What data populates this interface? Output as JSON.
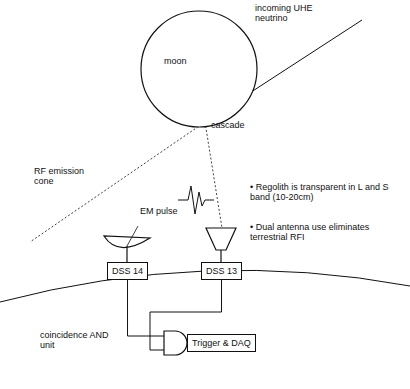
{
  "diagram": {
    "nodes": [
      {
        "text": [
          "moon"
        ]
      },
      {
        "text": [
          "DSS 14"
        ]
      },
      {
        "text": [
          "DSS 13"
        ]
      },
      {
        "text": [
          "Trigger & DAQ"
        ]
      }
    ],
    "edges": [
      {
        "from": 1,
        "to": 3,
        "arrow": "none"
      },
      {
        "from": 2,
        "to": 3,
        "arrow": "none"
      }
    ],
    "labels": [
      "incoming UHE neutrino",
      "cascade",
      "RF emission cone",
      "EM pulse",
      "• Regolith is transparent in L and S band (10-20cm)",
      "• Dual antenna use eliminates terrestrial RFI",
      "coincidence AND unit"
    ]
  }
}
